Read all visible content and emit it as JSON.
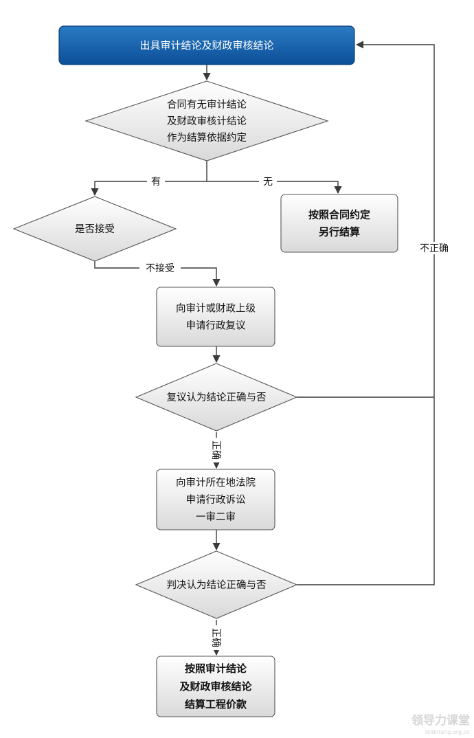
{
  "nodes": {
    "start": {
      "lines": [
        "出具审计结论及财政审核结论"
      ]
    },
    "decision_contract": {
      "lines": [
        "合同有无审计结论",
        "及财政审核计结论",
        "作为结算依据约定"
      ]
    },
    "decision_accept": {
      "lines": [
        "是否接受"
      ]
    },
    "box_contract_settle": {
      "lines": [
        "按照合同约定",
        "另行结算"
      ]
    },
    "box_review": {
      "lines": [
        "向审计或财政上级",
        "申请行政复议"
      ]
    },
    "decision_review": {
      "lines": [
        "复议认为结论正确与否"
      ]
    },
    "box_lawsuit": {
      "lines": [
        "向审计所在地法院",
        "申请行政诉讼",
        "一审二审"
      ]
    },
    "decision_judgment": {
      "lines": [
        "判决认为结论正确与否"
      ]
    },
    "box_final": {
      "lines": [
        "按照审计结论",
        "及财政审核结论",
        "结算工程价款"
      ]
    }
  },
  "edge_labels": {
    "has": "有",
    "none": "无",
    "not_accept": "不接受",
    "incorrect": "不正确",
    "correct_1": "正确",
    "correct_2": "正确"
  },
  "watermark": {
    "text": "领导力课堂",
    "url": "ldldktang.org.cn"
  },
  "colors": {
    "start_fill_top": "#2a7bc4",
    "start_fill_bottom": "#0c4f98",
    "box_fill_top": "#ffffff",
    "box_fill_bottom": "#d9d9d9",
    "line": "#3a3a3a"
  }
}
